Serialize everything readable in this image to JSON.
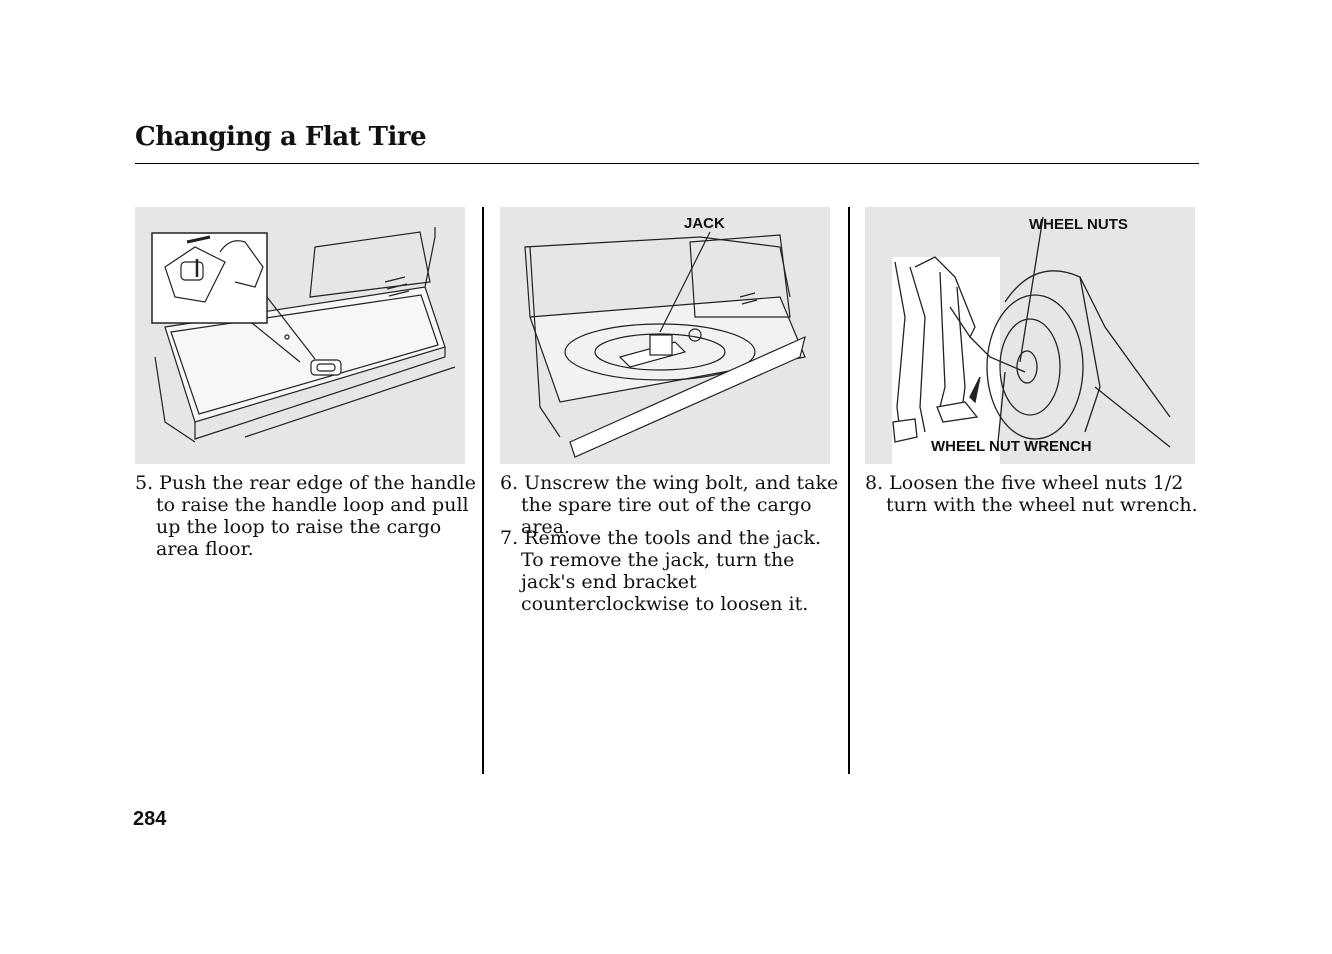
{
  "page": {
    "title": "Changing a Flat Tire",
    "page_number": "284"
  },
  "figures": {
    "cargo_floor": {
      "icon": "cargo-floor-handle-illustration"
    },
    "jack": {
      "label": "JACK",
      "icon": "spare-tire-jack-illustration"
    },
    "wheel": {
      "label_nuts": "WHEEL NUTS",
      "label_wrench": "WHEEL NUT WRENCH",
      "icon": "wheel-nut-wrench-illustration"
    }
  },
  "steps": [
    "5. Push the rear edge of the handle to raise the handle loop and pull up the loop to raise the cargo area floor.",
    "6. Unscrew the wing bolt, and take the spare tire out of the cargo area.",
    "7. Remove the tools and the jack. To remove the jack, turn the jack's end bracket counterclockwise to loosen it.",
    "8. Loosen the five wheel nuts 1/2 turn with the wheel nut wrench."
  ]
}
